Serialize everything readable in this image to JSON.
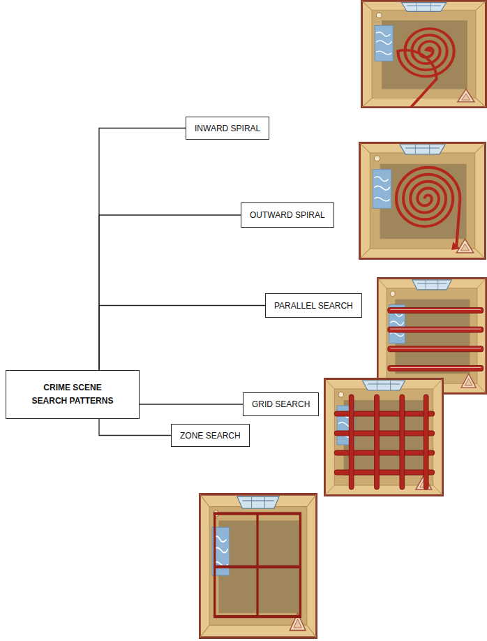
{
  "diagram": {
    "nodes": [
      {
        "text": [
          "CRIME SCENE SEARCH PATTERNS"
        ]
      },
      {
        "text": [
          "INWARD SPIRAL"
        ]
      },
      {
        "text": [
          "OUTWARD SPIRAL"
        ]
      },
      {
        "text": [
          "PARALLEL SEARCH"
        ]
      },
      {
        "text": [
          "GRID SEARCH"
        ]
      },
      {
        "text": [
          "ZONE SEARCH"
        ]
      }
    ],
    "edges": [
      {
        "from": 0,
        "to": 1,
        "arrow": "none"
      },
      {
        "from": 0,
        "to": 2,
        "arrow": "none"
      },
      {
        "from": 0,
        "to": 3,
        "arrow": "none"
      },
      {
        "from": 0,
        "to": 4,
        "arrow": "none"
      },
      {
        "from": 0,
        "to": 5,
        "arrow": "none"
      }
    ]
  }
}
